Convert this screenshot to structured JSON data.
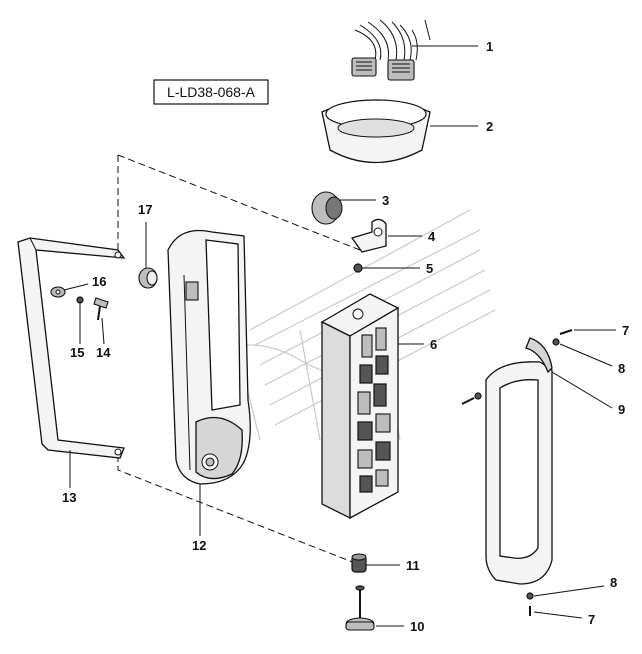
{
  "diagram": {
    "code": "L-LD38-068-A",
    "callouts": [
      {
        "id": "c1",
        "text": "1"
      },
      {
        "id": "c2",
        "text": "2"
      },
      {
        "id": "c3",
        "text": "3"
      },
      {
        "id": "c4",
        "text": "4"
      },
      {
        "id": "c5",
        "text": "5"
      },
      {
        "id": "c6",
        "text": "6"
      },
      {
        "id": "c7a",
        "text": "7"
      },
      {
        "id": "c8a",
        "text": "8"
      },
      {
        "id": "c9",
        "text": "9"
      },
      {
        "id": "c10",
        "text": "10"
      },
      {
        "id": "c11",
        "text": "11"
      },
      {
        "id": "c12",
        "text": "12"
      },
      {
        "id": "c13",
        "text": "13"
      },
      {
        "id": "c14",
        "text": "14"
      },
      {
        "id": "c15",
        "text": "15"
      },
      {
        "id": "c16",
        "text": "16"
      },
      {
        "id": "c17",
        "text": "17"
      },
      {
        "id": "c8b",
        "text": "8"
      },
      {
        "id": "c7b",
        "text": "7"
      }
    ]
  }
}
